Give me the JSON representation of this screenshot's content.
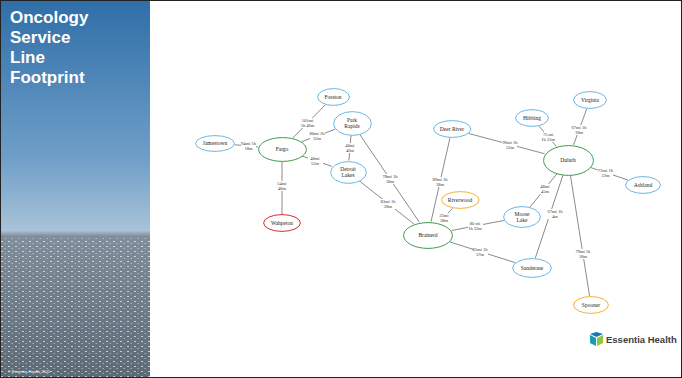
{
  "diagram": {
    "title": "Oncology Service Line Footprint",
    "nodes": [
      {
        "text": [
          "Fosston"
        ]
      },
      {
        "text": [
          "Virginia"
        ]
      },
      {
        "text": [
          "Hibbing"
        ]
      },
      {
        "text": [
          "Park Rapids"
        ]
      },
      {
        "text": [
          "Deer River"
        ]
      },
      {
        "text": [
          "Jamestown"
        ]
      },
      {
        "text": [
          "Fargo"
        ]
      },
      {
        "text": [
          "Duluth"
        ]
      },
      {
        "text": [
          "Detroit Lakes"
        ]
      },
      {
        "text": [
          "Ashland"
        ]
      },
      {
        "text": [
          "Riverwood"
        ]
      },
      {
        "text": [
          "Moose Lake"
        ]
      },
      {
        "text": [
          "Wahpeton"
        ]
      },
      {
        "text": [
          "Brainerd"
        ]
      },
      {
        "text": [
          "Sandstone"
        ]
      },
      {
        "text": [
          "Spooner"
        ]
      }
    ],
    "edges": [
      {
        "from": 0,
        "to": 6,
        "label": "101mi 1h 46m",
        "arrow": "none"
      },
      {
        "from": 5,
        "to": 6,
        "label": "94mi 1h 18m",
        "arrow": "none"
      },
      {
        "from": 6,
        "to": 3,
        "label": "80mi 1h 32m",
        "arrow": "none"
      },
      {
        "from": 6,
        "to": 8,
        "label": "48mi 52m",
        "arrow": "none"
      },
      {
        "from": 6,
        "to": 12,
        "label": "54mi 48m",
        "arrow": "none"
      },
      {
        "from": 3,
        "to": 8,
        "label": "40mi 46m",
        "arrow": "none"
      },
      {
        "from": 3,
        "to": 13,
        "label": "78mi 1h 30m",
        "arrow": "none"
      },
      {
        "from": 8,
        "to": 13,
        "label": "83mi 1h 28m",
        "arrow": "none"
      },
      {
        "from": 4,
        "to": 13,
        "label": "89mi 1h 38m",
        "arrow": "none"
      },
      {
        "from": 4,
        "to": 7,
        "label": "96mi 1h 52m",
        "arrow": "none"
      },
      {
        "from": 10,
        "to": 13,
        "label": "33mi 38m",
        "arrow": "none"
      },
      {
        "from": 13,
        "to": 11,
        "label": "80 mi 1h 32m",
        "arrow": "none"
      },
      {
        "from": 13,
        "to": 14,
        "label": "85mi 1h 37m",
        "arrow": "none"
      },
      {
        "from": 11,
        "to": 7,
        "label": "48mi 45m",
        "arrow": "none"
      },
      {
        "from": 2,
        "to": 7,
        "label": "75 mi 1h 25m",
        "arrow": "none"
      },
      {
        "from": 1,
        "to": 7,
        "label": "67mi 1h 18m",
        "arrow": "none"
      },
      {
        "from": 7,
        "to": 9,
        "label": "72mi 1h 22m",
        "arrow": "none"
      },
      {
        "from": 7,
        "to": 14,
        "label": "67mi 1h 4m",
        "arrow": "none"
      },
      {
        "from": 7,
        "to": 15,
        "label": "79mi 1h 18m",
        "arrow": "none"
      }
    ],
    "labels": [
      "© Essentia Health 2021",
      "Essentia Health"
    ]
  }
}
